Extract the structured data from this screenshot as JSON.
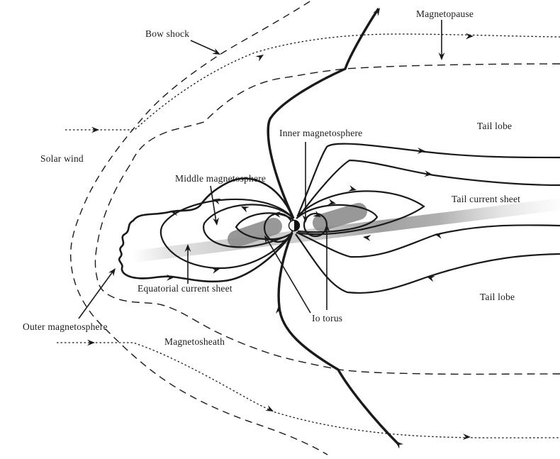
{
  "diagram": {
    "type": "planetary-magnetosphere-schematic",
    "colors": {
      "line": "#1a1a1a",
      "current_sheet": "#8d8d8d",
      "background": "#ffffff"
    },
    "labels": [
      {
        "id": "bow-shock",
        "text": "Bow shock"
      },
      {
        "id": "magnetopause",
        "text": "Magnetopause"
      },
      {
        "id": "solar-wind",
        "text": "Solar wind"
      },
      {
        "id": "tail-lobe-top",
        "text": "Tail lobe"
      },
      {
        "id": "inner-magnetosphere",
        "text": "Inner magnetosphere"
      },
      {
        "id": "middle-magnetosphere",
        "text": "Middle magnetosphere"
      },
      {
        "id": "tail-current-sheet",
        "text": "Tail current sheet"
      },
      {
        "id": "equatorial-current-sheet",
        "text": "Equatorial current sheet"
      },
      {
        "id": "io-torus",
        "text": "Io torus"
      },
      {
        "id": "tail-lobe-bottom",
        "text": "Tail lobe"
      },
      {
        "id": "outer-magnetosphere",
        "text": "Outer magnetosphere"
      },
      {
        "id": "magnetosheath",
        "text": "Magnetosheath"
      }
    ]
  }
}
